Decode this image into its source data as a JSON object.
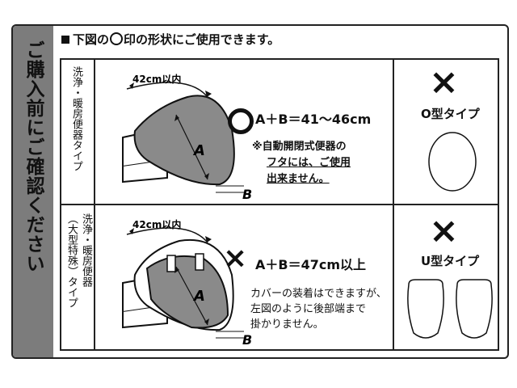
{
  "side_banner": "ご購入前にご確認ください",
  "header": {
    "prefix": "下図の",
    "suffix": "印の形状にご使用できます。"
  },
  "row1": {
    "label": "洗浄・暖房便器タイプ",
    "dimension_label": "42cm以内",
    "label_a": "A",
    "label_b": "B",
    "formula": "A＋B＝41～46cm",
    "note_line1": "※自動開閉式便器の",
    "note_line2": "フタには、ご使用",
    "note_line3": "出来ません。",
    "result_mark": "×",
    "type_name": "O型タイプ"
  },
  "row2": {
    "label_main": "洗浄・暖房便器",
    "label_sub": "（大型特殊）タイプ",
    "dimension_label": "42cm以内",
    "label_a": "A",
    "label_b": "B",
    "mark": "×",
    "formula": "A＋B＝47cm以上",
    "note_line1": "カバーの装着はできますが、",
    "note_line2": "左図のように後部端まで",
    "note_line3": "掛かりません。",
    "result_mark": "×",
    "type_name": "U型タイプ"
  }
}
